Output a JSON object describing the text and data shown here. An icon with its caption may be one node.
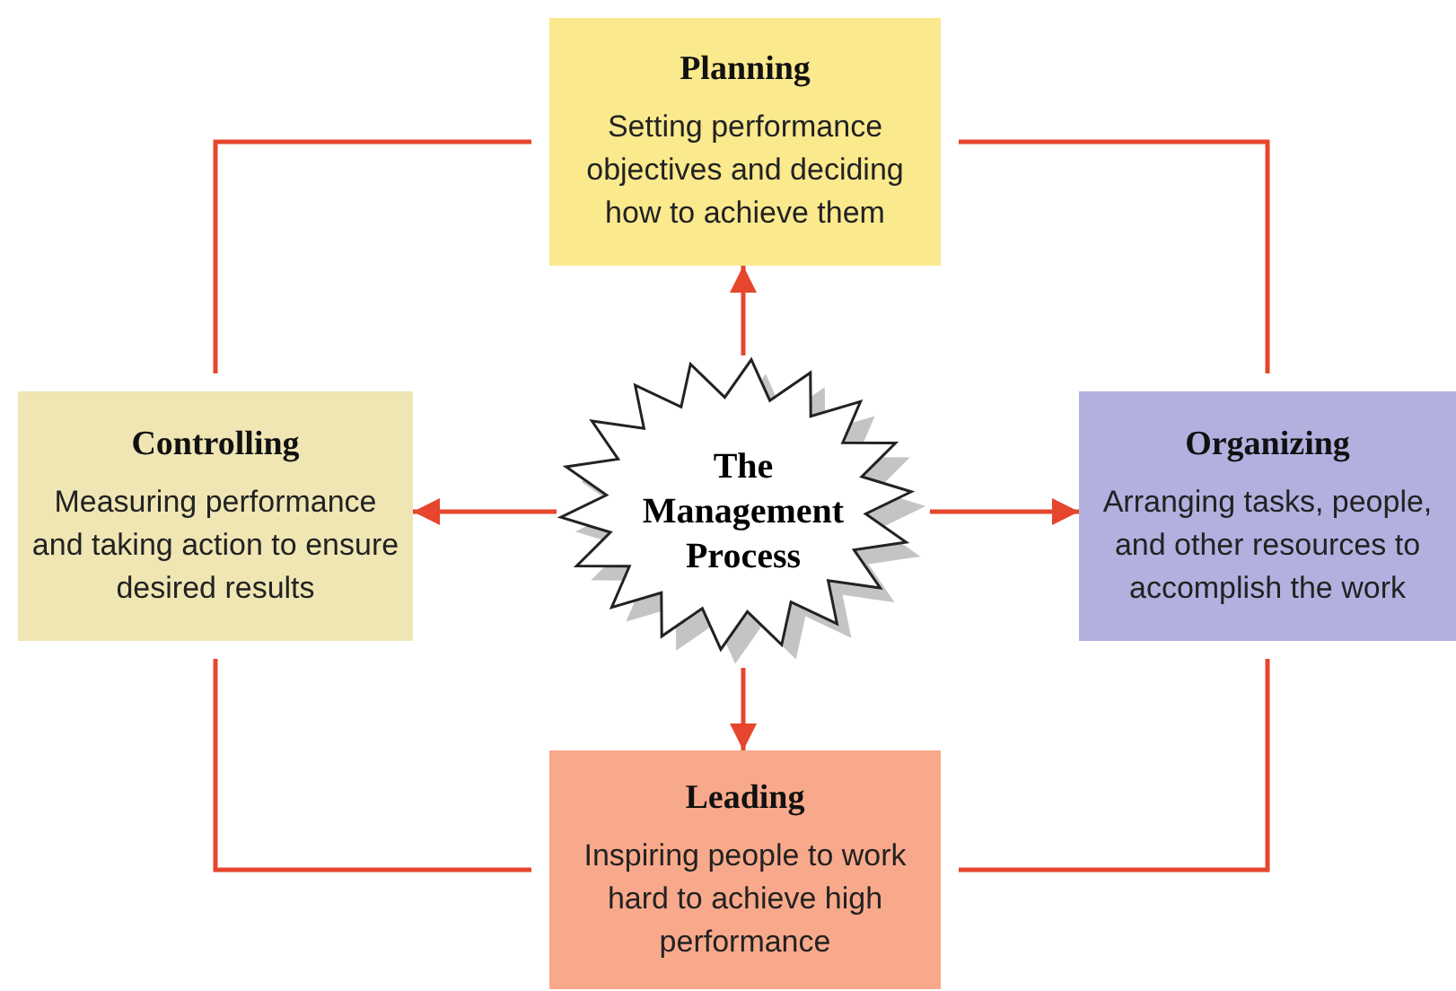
{
  "diagram": {
    "nodes": [
      {
        "text": [
          "Planning",
          "Setting performance objectives and deciding how to achieve them"
        ]
      },
      {
        "text": [
          "Controlling",
          "Measuring performance and taking action to ensure desired results"
        ]
      },
      {
        "text": [
          "The Management Process"
        ]
      },
      {
        "text": [
          "Organizing",
          "Arranging tasks, people, and other resources to accomplish the work"
        ]
      },
      {
        "text": [
          "Leading",
          "Inspiring people to work hard to achieve high performance"
        ]
      }
    ],
    "edges": [
      {
        "from": 2,
        "to": 0,
        "arrow": "to"
      },
      {
        "from": 2,
        "to": 1,
        "arrow": "to"
      },
      {
        "from": 2,
        "to": 3,
        "arrow": "to"
      },
      {
        "from": 2,
        "to": 4,
        "arrow": "to"
      },
      {
        "from": 0,
        "to": 3,
        "arrow": "none"
      },
      {
        "from": 3,
        "to": 4,
        "arrow": "none"
      },
      {
        "from": 4,
        "to": 1,
        "arrow": "none"
      },
      {
        "from": 1,
        "to": 0,
        "arrow": "none"
      }
    ]
  }
}
